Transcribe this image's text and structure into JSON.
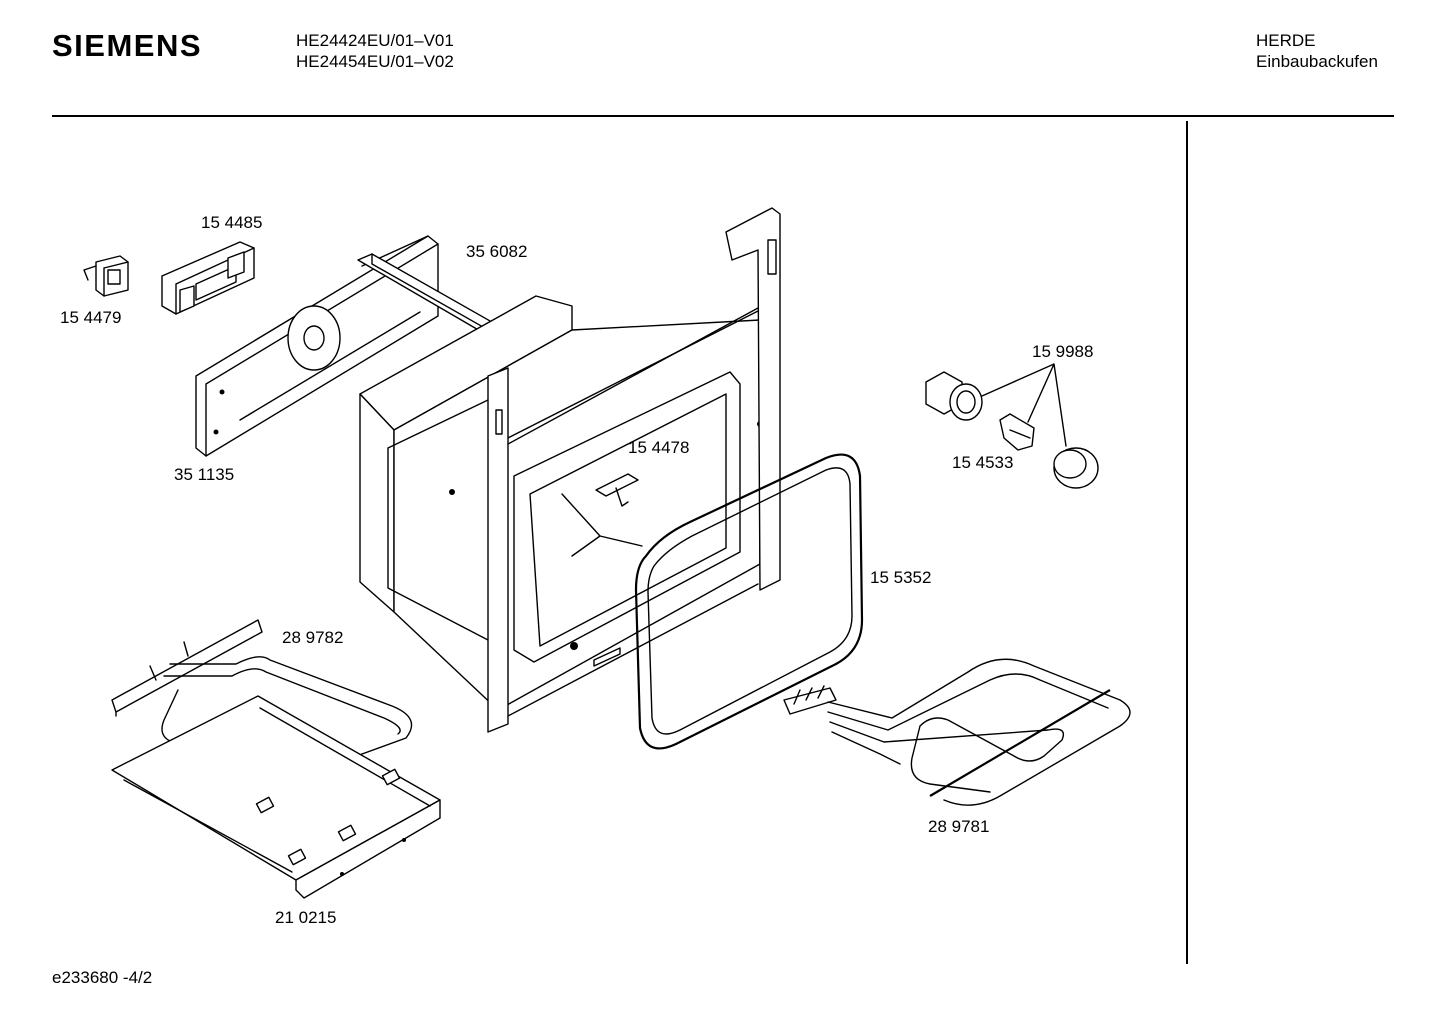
{
  "header": {
    "brand": "SIEMENS",
    "models": [
      "HE24424EU/01–V01",
      "HE24454EU/01–V02"
    ],
    "category": [
      "HERDE",
      "Einbaubackufen"
    ]
  },
  "parts": [
    {
      "id": "154485",
      "label": "15 4485"
    },
    {
      "id": "154479",
      "label": "15 4479"
    },
    {
      "id": "356082",
      "label": "35 6082"
    },
    {
      "id": "351135",
      "label": "35 1135"
    },
    {
      "id": "159988",
      "label": "15 9988"
    },
    {
      "id": "154533",
      "label": "15 4533"
    },
    {
      "id": "154478",
      "label": "15 4478"
    },
    {
      "id": "155352",
      "label": "15 5352"
    },
    {
      "id": "289782",
      "label": "28 9782"
    },
    {
      "id": "289781",
      "label": "28 9781"
    },
    {
      "id": "210215",
      "label": "21 0215"
    }
  ],
  "footer": {
    "code": "e233680  -4/2"
  }
}
